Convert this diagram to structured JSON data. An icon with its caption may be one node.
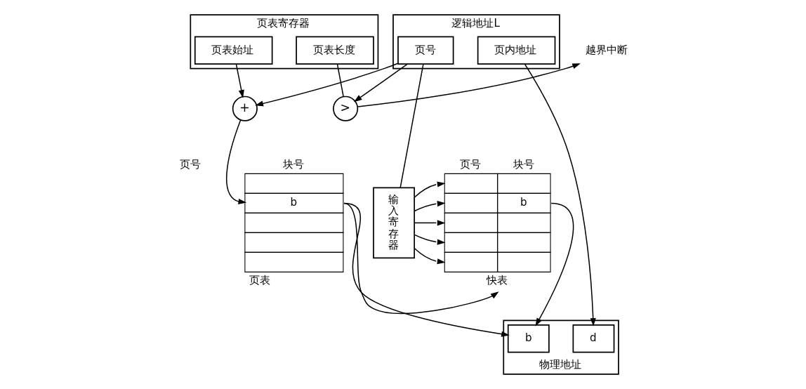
{
  "diagram": {
    "nodes": [
      {
        "text": [
          "页表寄存器"
        ]
      },
      {
        "text": [
          "页表始址"
        ],
        "in": 0
      },
      {
        "text": [
          "页表长度"
        ],
        "in": 0
      },
      {
        "text": [
          ">"
        ]
      },
      {
        "text": [
          "越界中断"
        ]
      },
      {
        "text": [
          "逻辑地址L"
        ]
      },
      {
        "text": [
          "页号"
        ],
        "in": 5
      },
      {
        "text": [
          "页内地址"
        ],
        "in": 5
      },
      {
        "text": [
          "+"
        ]
      },
      {
        "text": [
          "页号",
          "块号",
          "b"
        ],
        "beside": [
          "页表"
        ]
      },
      {
        "text": [
          "输入寄存器"
        ]
      },
      {
        "text": [
          "页号",
          "块号",
          "b"
        ],
        "beside": [
          "快表"
        ]
      },
      {
        "text": [
          "物理地址"
        ]
      },
      {
        "text": [
          "b"
        ],
        "in": 12
      },
      {
        "text": [
          "d"
        ],
        "in": 12
      }
    ],
    "edges": [
      {
        "from": 1,
        "to": 8,
        "arrow": "to"
      },
      {
        "from": 2,
        "to": 3,
        "arrow": "none"
      },
      {
        "from": 3,
        "to": 4,
        "arrow": "to"
      },
      {
        "from": 6,
        "to": 8,
        "arrow": "to"
      },
      {
        "from": 6,
        "to": 3,
        "arrow": "to"
      },
      {
        "from": 6,
        "to": 10,
        "arrow": "none"
      },
      {
        "from": 8,
        "to": 9,
        "arrow": "to"
      },
      {
        "from": 10,
        "to": 11,
        "arrow": "to"
      },
      {
        "from": 10,
        "to": 11,
        "arrow": "to"
      },
      {
        "from": 10,
        "to": 11,
        "arrow": "to"
      },
      {
        "from": 10,
        "to": 11,
        "arrow": "to"
      },
      {
        "from": 10,
        "to": 11,
        "arrow": "to"
      },
      {
        "from": 9,
        "to": 13,
        "arrow": "to"
      },
      {
        "from": 9,
        "to": 11,
        "arrow": "to"
      },
      {
        "from": 11,
        "to": 13,
        "arrow": "to"
      },
      {
        "from": 7,
        "to": 14,
        "arrow": "to"
      }
    ]
  }
}
